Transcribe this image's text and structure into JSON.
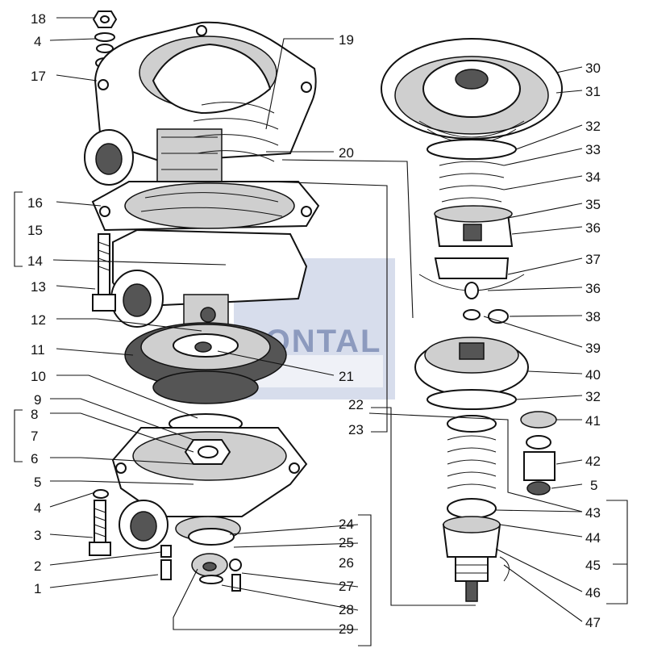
{
  "watermark": {
    "text": "SONTAL",
    "color": "#7f8fb6"
  },
  "labels_left": [
    "18",
    "4",
    "17",
    "16",
    "15",
    "14",
    "13",
    "12",
    "11",
    "10",
    "9",
    "8",
    "7",
    "6",
    "5",
    "4",
    "3",
    "2",
    "1"
  ],
  "labels_center": [
    "19",
    "20",
    "21",
    "22",
    "23",
    "24",
    "25",
    "26",
    "27",
    "28",
    "29"
  ],
  "labels_right": [
    "30",
    "31",
    "32",
    "33",
    "34",
    "35",
    "36",
    "37",
    "36",
    "38",
    "39",
    "40",
    "32",
    "41",
    "42",
    "5",
    "43",
    "44",
    "45",
    "46",
    "47"
  ]
}
